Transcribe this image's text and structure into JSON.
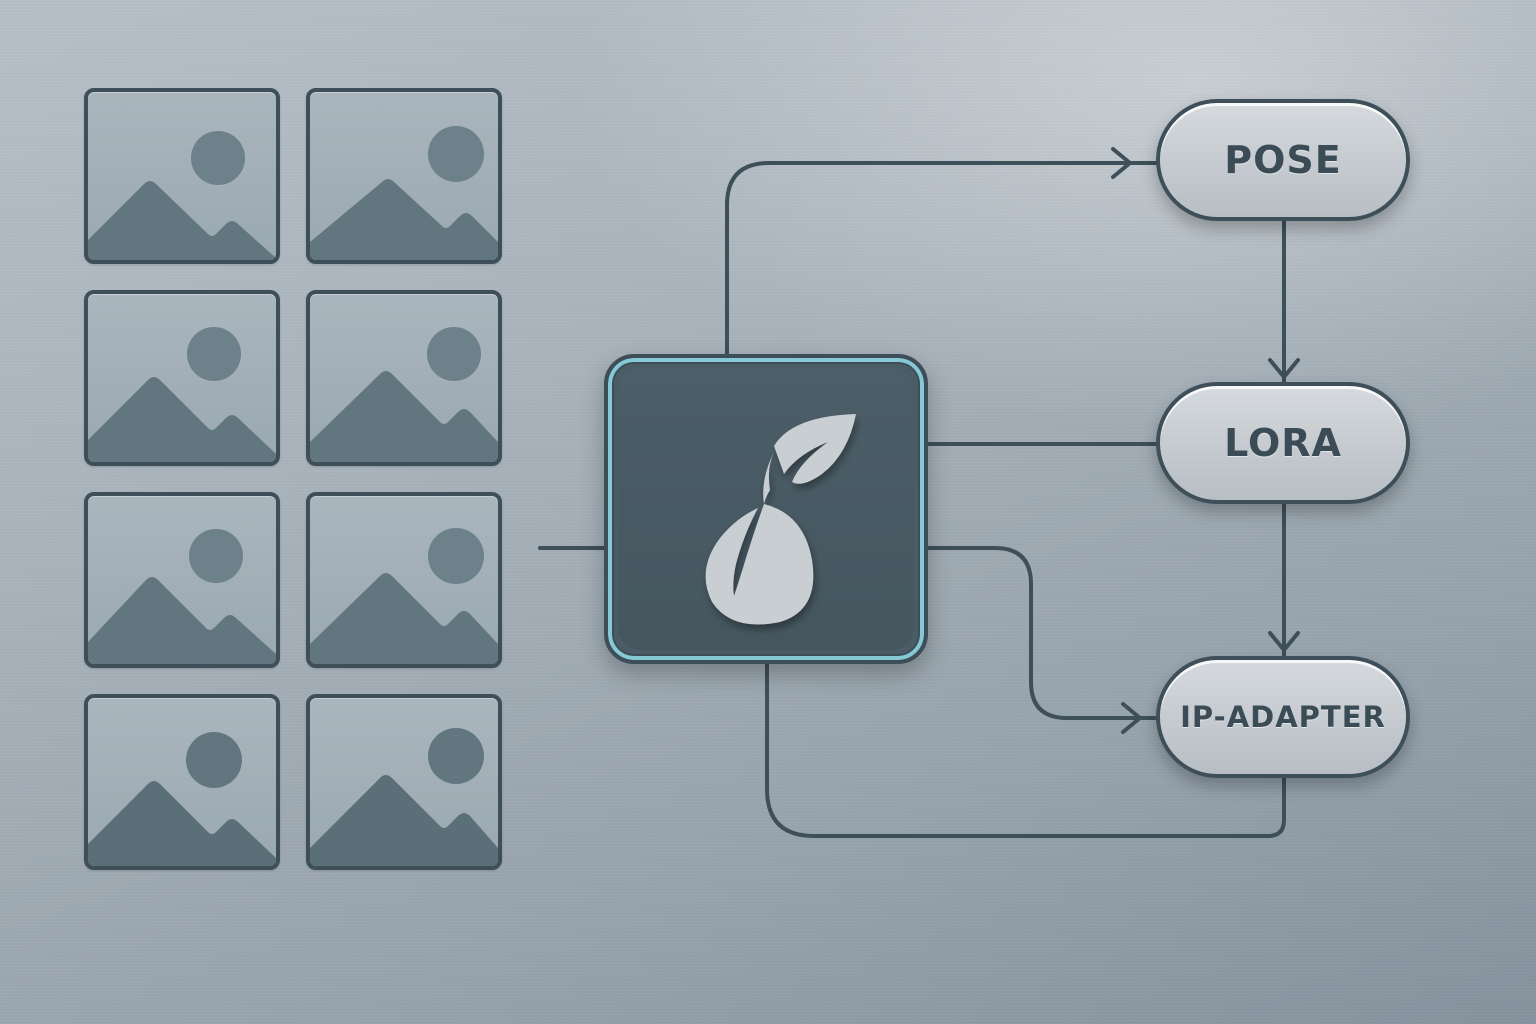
{
  "diagram": {
    "colors": {
      "line": "#3e4f59",
      "hub_fill": "#4a5c66",
      "hub_glow": "#86c9d6",
      "pill_fill": "#ccd1d6",
      "label": "#3c4c56",
      "thumb_fill": "#a3afb7",
      "thumb_shape": "#677b86"
    },
    "hub": {
      "icon": "seedling-sprout-icon"
    },
    "nodes": [
      {
        "id": "pose",
        "label": "POSE"
      },
      {
        "id": "lora",
        "label": "LORA"
      },
      {
        "id": "ip_adapter",
        "label": "IP-ADAPTER"
      }
    ],
    "image_grid": {
      "rows": 4,
      "cols": 2,
      "icon": "image-placeholder-icon"
    },
    "edges": [
      {
        "from": "image_grid",
        "to": "hub"
      },
      {
        "from": "hub",
        "to": "pose",
        "arrow": true
      },
      {
        "from": "hub",
        "to": "lora",
        "arrow": false
      },
      {
        "from": "hub",
        "to": "ip_adapter",
        "arrow": true
      },
      {
        "from": "pose",
        "to": "lora",
        "arrow": true
      },
      {
        "from": "lora",
        "to": "ip_adapter",
        "arrow": true
      },
      {
        "from": "ip_adapter",
        "to": "hub",
        "arrow": false
      }
    ]
  }
}
